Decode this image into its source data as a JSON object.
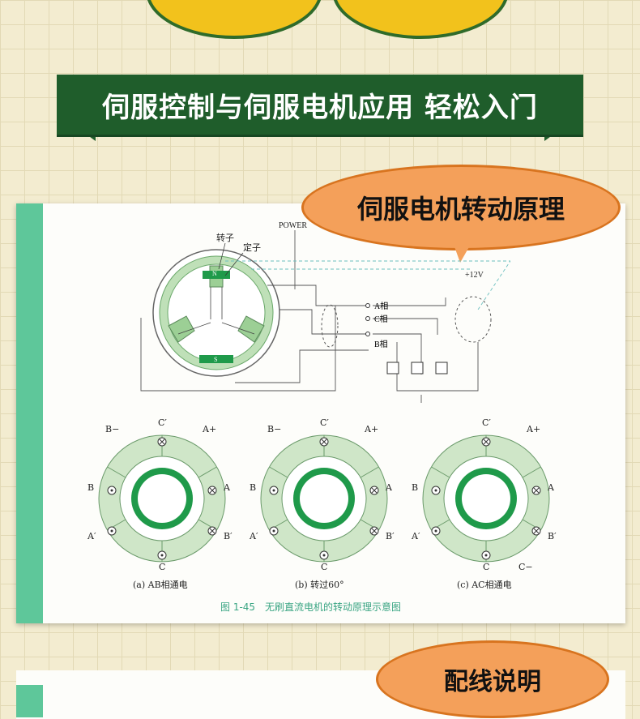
{
  "banner": {
    "title": "伺服控制与伺服电机应用 轻松入门"
  },
  "bubble1": {
    "text": "伺服电机转动原理"
  },
  "bubble2": {
    "text": "配线说明"
  },
  "diagram": {
    "rotor_label": "转子",
    "stator_label": "定子",
    "power_label": "POWER",
    "voltage_label": "+12V",
    "phase_a": "A相",
    "phase_c": "C相",
    "phase_b": "B相",
    "pole_n": "N",
    "pole_s": "S"
  },
  "motors": [
    {
      "caption": "(a) AB相通电",
      "top_left": "B−",
      "top_mid": "C′",
      "top_right": "A+",
      "left": "B",
      "right": "A",
      "bottom_left": "A′",
      "bottom_right": "B′",
      "bottom": "C",
      "extra": ""
    },
    {
      "caption": "(b) 转过60°",
      "top_left": "B−",
      "top_mid": "C′",
      "top_right": "A+",
      "left": "B",
      "right": "A",
      "bottom_left": "A′",
      "bottom_right": "B′",
      "bottom": "C",
      "extra": ""
    },
    {
      "caption": "(c) AC相通电",
      "top_left": "",
      "top_mid": "C′",
      "top_right": "A+",
      "left": "B",
      "right": "A",
      "bottom_left": "A′",
      "bottom_right": "B′",
      "bottom": "C",
      "extra": "C−"
    }
  ],
  "figure_caption": "图 1-45　无刷直流电机的转动原理示意图",
  "colors": {
    "ribbon": "#1f5d2b",
    "accent_green": "#5ec79a",
    "bubble": "#f4a05a",
    "lemon": "#f2c21c",
    "motor_green": "#1f9a4a",
    "motor_light": "#cfe6c8"
  }
}
